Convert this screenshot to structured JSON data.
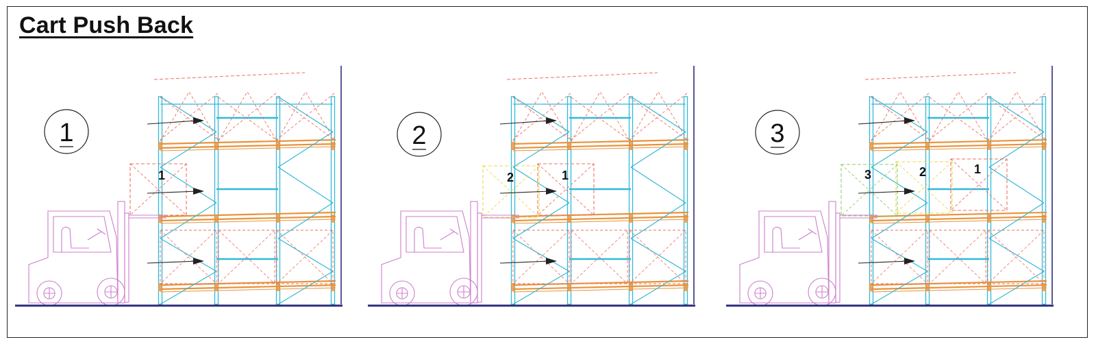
{
  "title": "Cart Push Back",
  "colors": {
    "upright": "#33b8d6",
    "beam": "#e8923a",
    "cart_red": "#ee6f5e",
    "cart_yellow": "#e8d84a",
    "cart_green": "#8bcf6a",
    "forklift": "#cc7fcc",
    "floor": "#2e2c7e",
    "arrow": "#222222"
  },
  "panels": [
    {
      "step": "1",
      "carts": [
        "1"
      ]
    },
    {
      "step": "2",
      "carts": [
        "2",
        "1"
      ]
    },
    {
      "step": "3",
      "carts": [
        "3",
        "2",
        "1"
      ]
    }
  ]
}
